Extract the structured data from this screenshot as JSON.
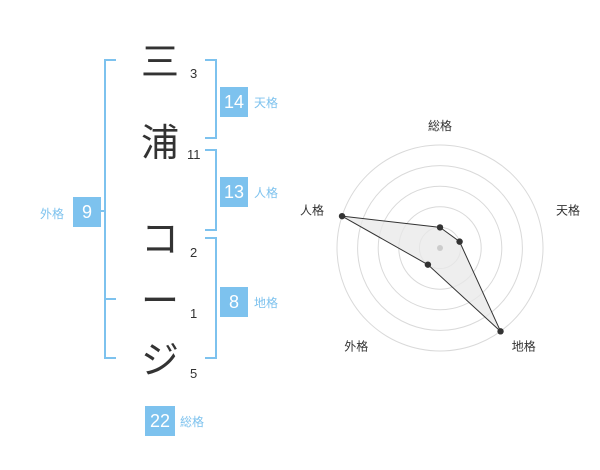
{
  "name": {
    "characters": [
      {
        "char": "三",
        "strokes": "3"
      },
      {
        "char": "浦",
        "strokes": "11"
      },
      {
        "char": "コ",
        "strokes": "2"
      },
      {
        "char": "ー",
        "strokes": "1"
      },
      {
        "char": "ジ",
        "strokes": "5"
      }
    ]
  },
  "fortunes": {
    "tenkaku": {
      "value": "14",
      "label": "天格"
    },
    "jinkaku": {
      "value": "13",
      "label": "人格"
    },
    "chikaku": {
      "value": "8",
      "label": "地格"
    },
    "gaikaku": {
      "value": "9",
      "label": "外格"
    },
    "soukaku": {
      "value": "22",
      "label": "総格"
    }
  },
  "colors": {
    "accent": "#7dc2ee",
    "text": "#333333",
    "ring": "#d9d9d9",
    "fill": "#e8e8e8"
  },
  "chart_data": {
    "type": "radar",
    "axes": [
      "総格",
      "天格",
      "地格",
      "外格",
      "人格"
    ],
    "values": [
      1,
      1,
      5,
      1,
      5
    ],
    "max": 5,
    "rings": 5
  }
}
